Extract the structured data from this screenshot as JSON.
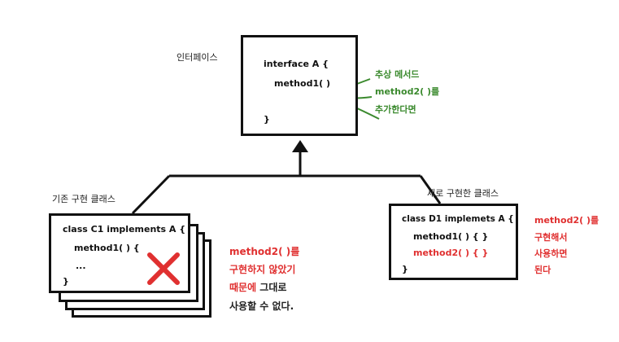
{
  "interface_box": {
    "caption": "인터페이스",
    "line1": "interface A {",
    "line2": "method1(  )",
    "line3": "}"
  },
  "interface_note": {
    "line1": "추상 메서드",
    "line2": "method2(  )를",
    "line3": "추가한다면"
  },
  "existing_class": {
    "caption": "기존 구현 클래스",
    "line1": "class C1 implements A {",
    "line2": "method1(  ) {",
    "line3": "...",
    "line4": "}"
  },
  "existing_note": {
    "line1": "method2(  )를",
    "line2": "구현하지 않았기",
    "line3a": "때문에",
    "line3b": " 그대로",
    "line4": "사용할 수 없다."
  },
  "new_class": {
    "caption": "새로 구현한 클래스",
    "line1": "class D1 implemets A {",
    "line2": "method1(  )  {  }",
    "line3": "method2(  )  {  }",
    "line4": "}"
  },
  "new_note": {
    "line1": "method2(  )를",
    "line2": "구현해서",
    "line3": "사용하면",
    "line4": "된다"
  },
  "colors": {
    "green": "#3b8a2e",
    "red": "#e03030",
    "cross": "#e03030"
  }
}
